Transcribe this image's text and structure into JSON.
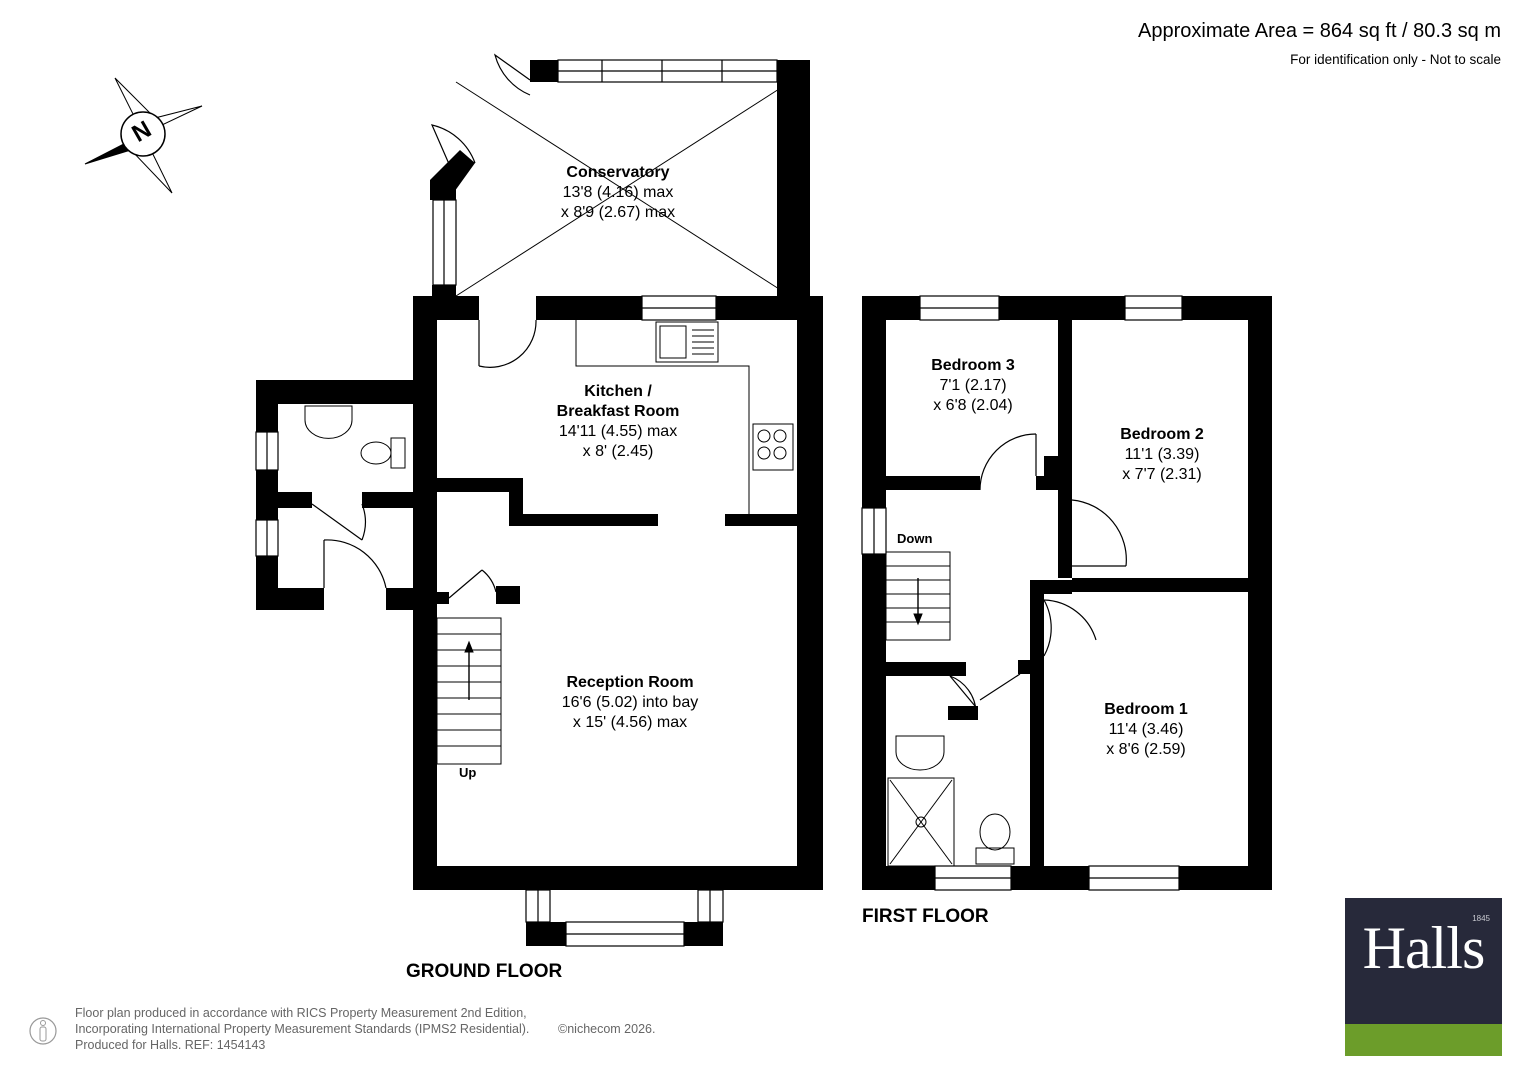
{
  "header": {
    "area_title": "Approximate Area = 864 sq ft / 80.3 sq m",
    "area_note": "For identification only - Not to scale"
  },
  "compass": {
    "letter": "N"
  },
  "rooms": {
    "conservatory": {
      "name": "Conservatory",
      "dim1": "13'8 (4.16) max",
      "dim2": "x 8'9 (2.67) max"
    },
    "kitchen": {
      "name_line1": "Kitchen /",
      "name_line2": "Breakfast Room",
      "dim1": "14'11 (4.55) max",
      "dim2": "x 8' (2.45)"
    },
    "reception": {
      "name": "Reception Room",
      "dim1": "16'6 (5.02) into bay",
      "dim2": "x 15' (4.56) max"
    },
    "bedroom3": {
      "name": "Bedroom 3",
      "dim1": "7'1 (2.17)",
      "dim2": "x 6'8 (2.04)"
    },
    "bedroom2": {
      "name": "Bedroom 2",
      "dim1": "11'1 (3.39)",
      "dim2": "x 7'7 (2.31)"
    },
    "bedroom1": {
      "name": "Bedroom 1",
      "dim1": "11'4 (3.46)",
      "dim2": "x 8'6 (2.59)"
    }
  },
  "stairs": {
    "up": "Up",
    "down": "Down"
  },
  "floors": {
    "ground": "GROUND FLOOR",
    "first": "FIRST FLOOR"
  },
  "footer": {
    "line1": "Floor plan produced in accordance with RICS Property Measurement 2nd Edition,",
    "line2": "Incorporating International Property Measurement Standards (IPMS2 Residential).",
    "copyright": "©nichecom 2026.",
    "line3": "Produced for Halls.   REF: 1454143"
  },
  "logo": {
    "word": "Halls",
    "year": "1845",
    "bar_color": "#6c9d2a",
    "bg_color": "#27293a"
  },
  "colors": {
    "wall": "#000000",
    "background": "#ffffff"
  }
}
